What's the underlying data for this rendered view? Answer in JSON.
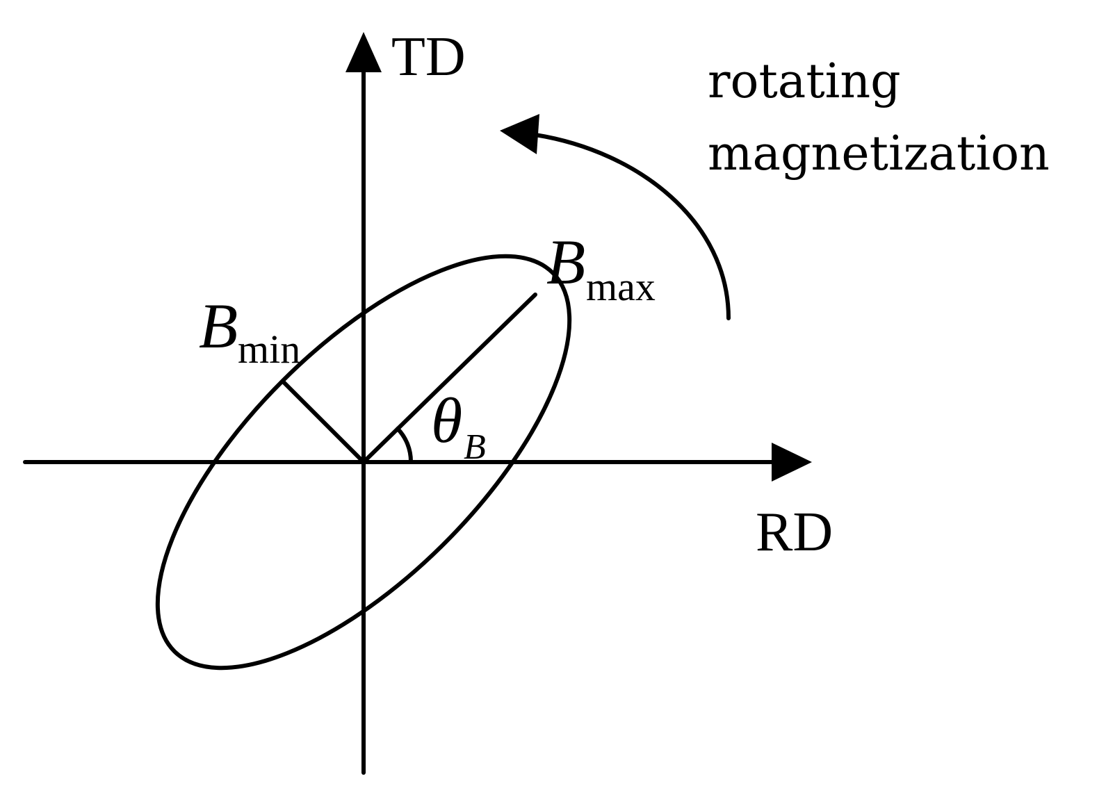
{
  "axes": {
    "vertical_label": "TD",
    "horizontal_label": "RD"
  },
  "caption": {
    "line1": "rotating",
    "line2": "magnetization"
  },
  "labels": {
    "bmax_symbol": "B",
    "bmax_subscript": "max",
    "bmin_symbol": "B",
    "bmin_subscript": "min",
    "theta_symbol": "θ",
    "theta_subscript": "B"
  }
}
